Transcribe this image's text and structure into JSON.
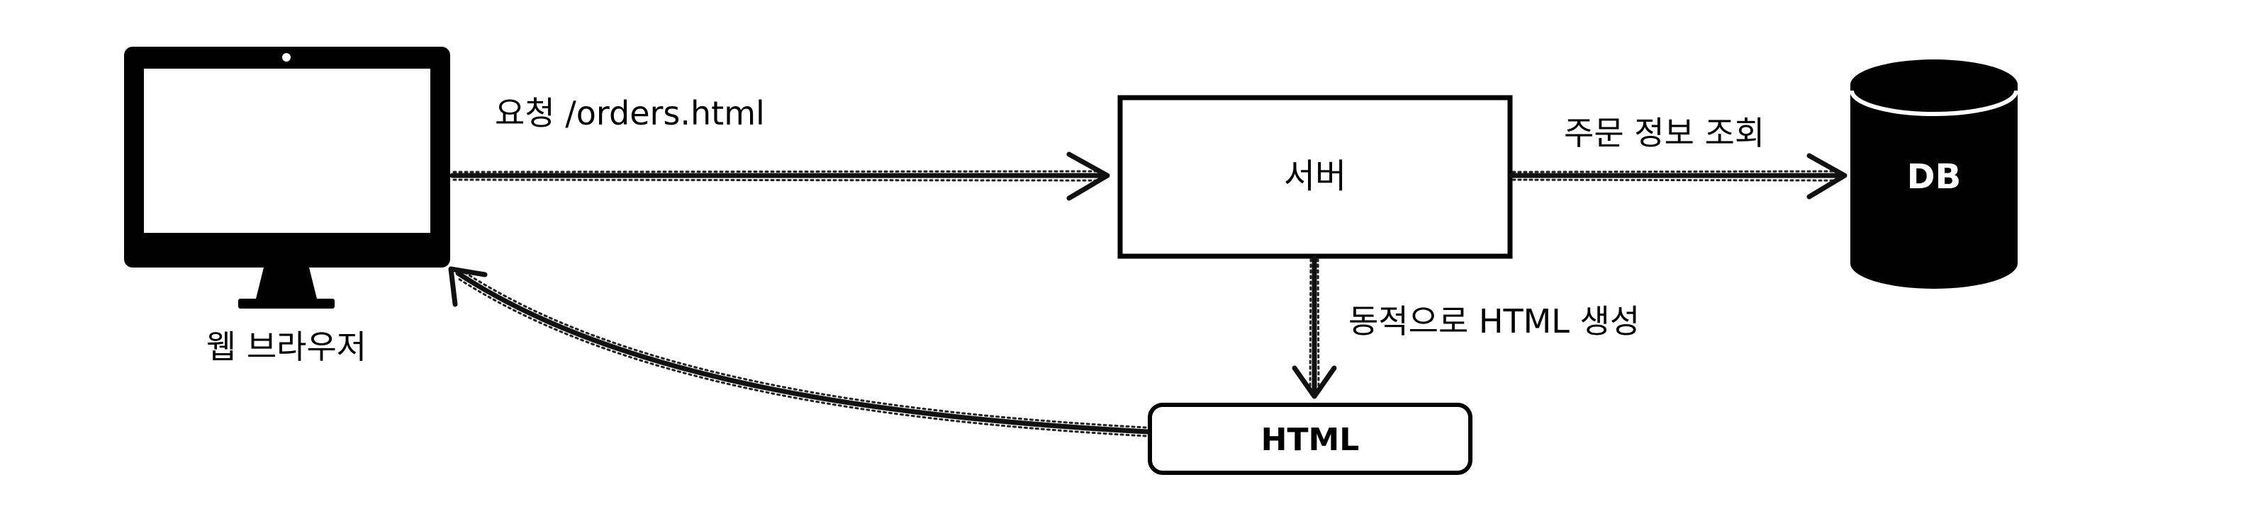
{
  "nodes": {
    "browser": {
      "label": "웹 브라우저",
      "icon": "monitor-icon"
    },
    "server": {
      "label": "서버"
    },
    "db": {
      "label": "DB",
      "icon": "database-cylinder-icon"
    },
    "html": {
      "label": "HTML"
    }
  },
  "edges": {
    "request": {
      "label": "요청 /orders.html"
    },
    "query": {
      "label": "주문 정보 조회"
    },
    "generate": {
      "label": "동적으로 HTML 생성"
    }
  },
  "colors": {
    "ink": "#000000",
    "background": "#ffffff"
  }
}
